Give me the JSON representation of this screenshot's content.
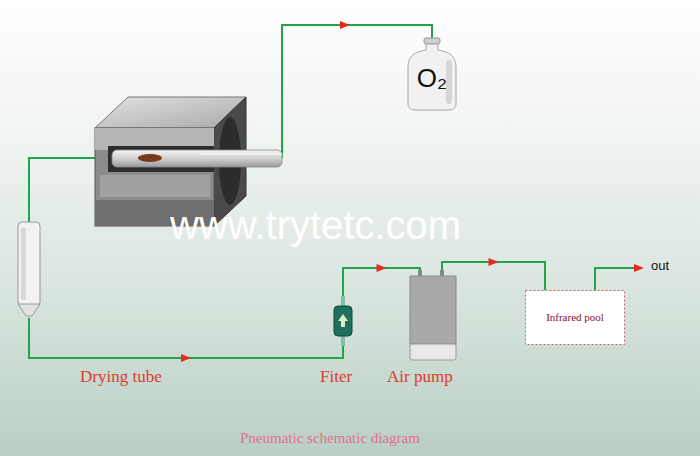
{
  "diagram": {
    "caption": "Pneumatic schematic diagram",
    "nodes": [
      {
        "text": [
          "O₂"
        ]
      },
      {
        "text": [
          "Drying tube"
        ]
      },
      {
        "text": [
          "Fiter"
        ]
      },
      {
        "text": [
          "Air pump"
        ]
      },
      {
        "text": [
          "Infrared pool"
        ]
      }
    ],
    "edges": [
      {
        "from": 1,
        "to": 2,
        "arrow": "to"
      },
      {
        "from": 2,
        "to": 3,
        "arrow": "to"
      },
      {
        "from": 3,
        "to": 4,
        "arrow": "to"
      }
    ],
    "labels": [
      "www.trytetc.com",
      "out"
    ]
  }
}
